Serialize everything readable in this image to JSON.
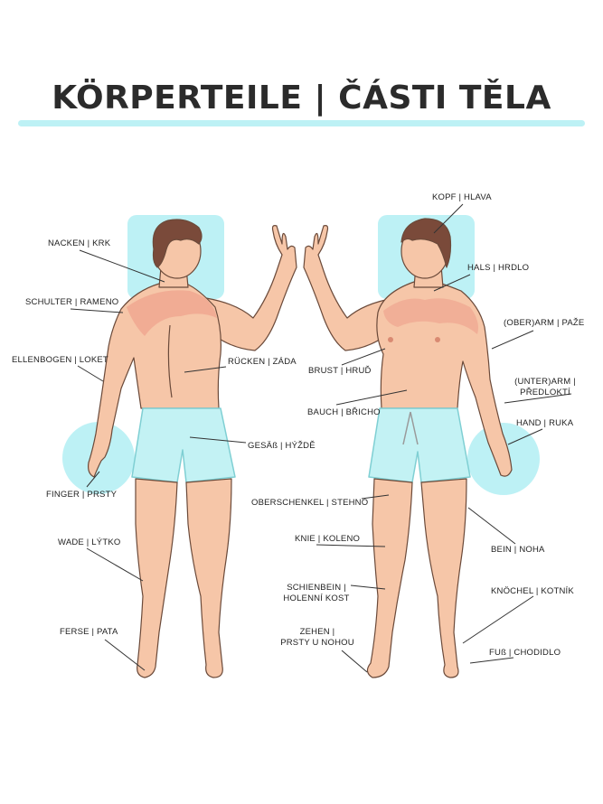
{
  "title": "KÖRPERTEILE | ČÁSTI TĚLA",
  "colors": {
    "accent": "#bdf1f5",
    "skin": "#f6c6a8",
    "skin_shade": "#e9a98a",
    "flush": "#ec8b7d",
    "hair": "#7a4a3a",
    "shorts": "#c3f2f4",
    "shorts_line": "#7fcfd3",
    "line": "#333333"
  },
  "labels": {
    "nacken": "NACKEN | KRK",
    "schulter": "SCHULTER | RAMENO",
    "ellenbogen": "ELLENBOGEN | LOKET",
    "finger": "FINGER | PRSTY",
    "wade": "WADE | LÝTKO",
    "ferse": "FERSE | PATA",
    "ruecken": "RÜCKEN | ZÁDA",
    "gesaess": "GESÄß | HÝŽDĚ",
    "kopf": "KOPF | HLAVA",
    "hals": "HALS | HRDLO",
    "oberarm": "(OBER)ARM | PAŽE",
    "brust": "BRUST | HRUĎ",
    "unterarm_1": "(UNTER)ARM |",
    "unterarm_2": "PŘEDLOKTÍ",
    "bauch": "BAUCH | BŘICHO",
    "hand": "HAND | RUKA",
    "oberschenkel": "OBERSCHENKEL | STEHNO",
    "knie": "KNIE | KOLENO",
    "bein": "BEIN | NOHA",
    "schienbein_1": "SCHIENBEIN |",
    "schienbein_2": "HOLENNÍ KOST",
    "knoechel": "KNÖCHEL | KOTNÍK",
    "zehen_1": "ZEHEN |",
    "zehen_2": "PRSTY U NOHOU",
    "fuss": "FUß | CHODIDLO"
  }
}
